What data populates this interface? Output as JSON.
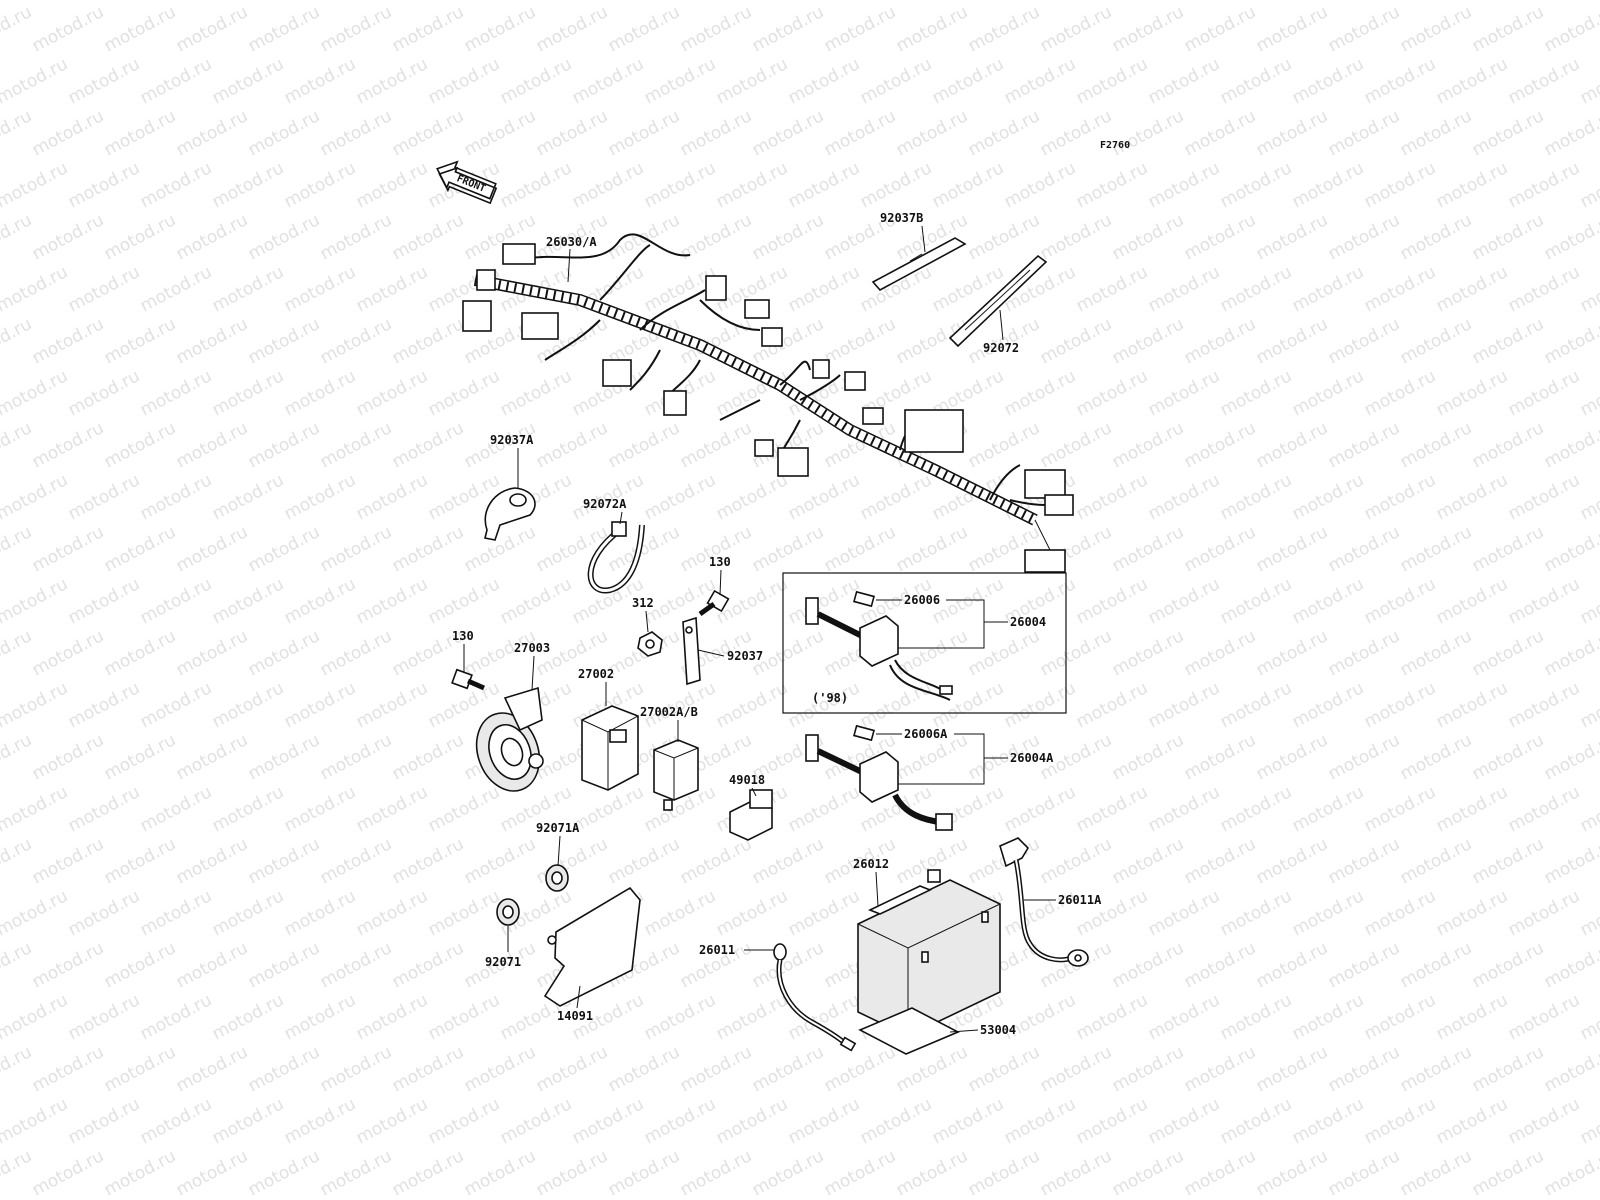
{
  "watermark": "motod.ru",
  "figure_code": "F2760",
  "front_marker": "FRONT",
  "group_note": "('98)",
  "callouts": [
    {
      "id": "c-26030A",
      "text": "26030/A"
    },
    {
      "id": "c-92037B",
      "text": "92037B"
    },
    {
      "id": "c-92072",
      "text": "92072"
    },
    {
      "id": "c-92037A",
      "text": "92037A"
    },
    {
      "id": "c-92072A",
      "text": "92072A"
    },
    {
      "id": "c-130a",
      "text": "130"
    },
    {
      "id": "c-312",
      "text": "312"
    },
    {
      "id": "c-92037",
      "text": "92037"
    },
    {
      "id": "c-130b",
      "text": "130"
    },
    {
      "id": "c-27003",
      "text": "27003"
    },
    {
      "id": "c-27002",
      "text": "27002"
    },
    {
      "id": "c-27002AB",
      "text": "27002A/B"
    },
    {
      "id": "c-49018",
      "text": "49018"
    },
    {
      "id": "c-26006",
      "text": "26006"
    },
    {
      "id": "c-26004",
      "text": "26004"
    },
    {
      "id": "c-26006A",
      "text": "26006A"
    },
    {
      "id": "c-26004A",
      "text": "26004A"
    },
    {
      "id": "c-92071A",
      "text": "92071A"
    },
    {
      "id": "c-92071",
      "text": "92071"
    },
    {
      "id": "c-14091",
      "text": "14091"
    },
    {
      "id": "c-26012",
      "text": "26012"
    },
    {
      "id": "c-26011A",
      "text": "26011A"
    },
    {
      "id": "c-26011",
      "text": "26011"
    },
    {
      "id": "c-53004",
      "text": "53004"
    }
  ]
}
